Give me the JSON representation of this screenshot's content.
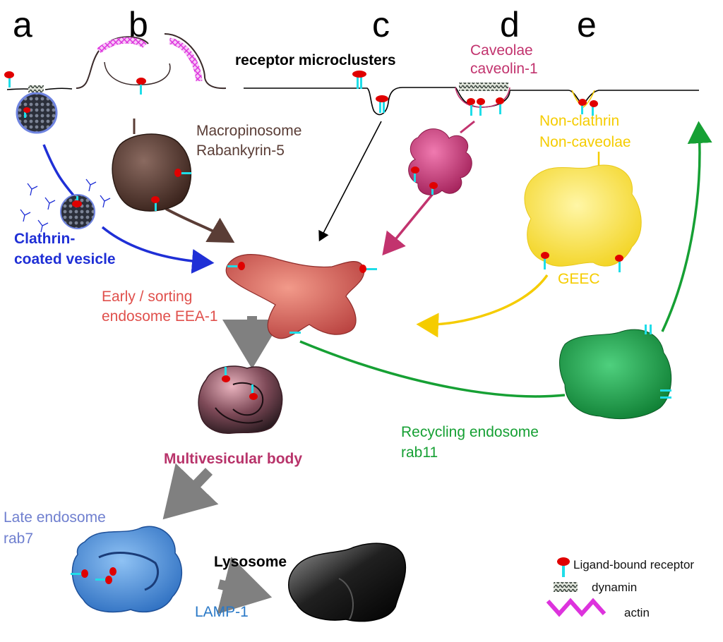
{
  "panels": [
    "a",
    "b",
    "c",
    "d",
    "e"
  ],
  "labels": {
    "receptor_microclusters": "receptor microclusters",
    "caveolae": "Caveolae",
    "caveolin": "caveolin-1",
    "non_clathrin": "Non-clathrin",
    "non_caveolae": "Non-caveolae",
    "macropinosome": "Macropinosome",
    "rabankyrin": "Rabankyrin-5",
    "clathrin1": "Clathrin-",
    "clathrin2": "coated vesicle",
    "geec": "GEEC",
    "early1": "Early / sorting",
    "early2": "endosome EEA-1",
    "mvb": "Multivesicular body",
    "recycling1": "Recycling endosome",
    "recycling2": "rab11",
    "late1": "Late endosome",
    "late2": "rab7",
    "lysosome": "Lysosome",
    "lamp": "LAMP-1"
  },
  "legend": {
    "receptor": "Ligand-bound receptor",
    "dynamin": "dynamin",
    "actin": "actin"
  },
  "colors": {
    "clathrin": "#1f2fd6",
    "macropinosome": "#5a3d36",
    "caveolae": "#c2336e",
    "noncaveolae": "#f5cc00",
    "early": "#e0504c",
    "mvb": "#b8336a",
    "recycling": "#16a034",
    "late": "#6f7fcf",
    "lamp": "#2a79c7",
    "receptor_head": "#e00000",
    "receptor_stem": "#1fdde8",
    "actin": "#dd33dd"
  }
}
